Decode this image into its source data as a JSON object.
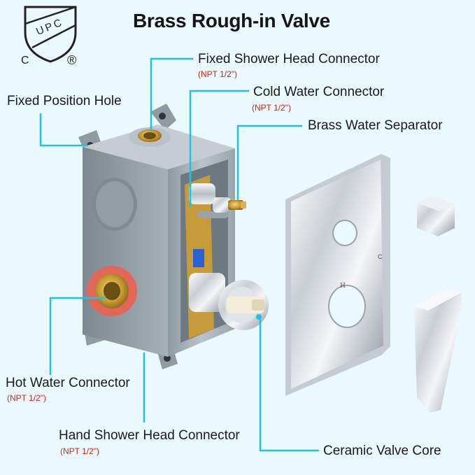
{
  "title": "Brass Rough-in Valve",
  "badge": {
    "top_text": "UPC",
    "left_text": "C",
    "right_text": "®"
  },
  "labels": {
    "fixed_shower_head": {
      "text": "Fixed Shower Head Connector",
      "spec": "(NPT 1/2\")"
    },
    "cold_water": {
      "text": "Cold Water Connector",
      "spec": "(NPT 1/2\")"
    },
    "brass_separator": {
      "text": "Brass Water Separator"
    },
    "fixed_position_hole": {
      "text": "Fixed Position Hole"
    },
    "hot_water": {
      "text": "Hot Water Connector",
      "spec": "(NPT 1/2\")"
    },
    "hand_shower_head": {
      "text": "Hand Shower Head Connector",
      "spec": "(NPT 1/2\")"
    },
    "ceramic_core": {
      "text": "Ceramic Valve Core"
    }
  },
  "trim_plate_marks": {
    "hot": "H",
    "cold": "C"
  },
  "colors": {
    "leader_line": "#1ec3e0",
    "spec_text": "#d0221b",
    "background": "#eaf9fc"
  }
}
